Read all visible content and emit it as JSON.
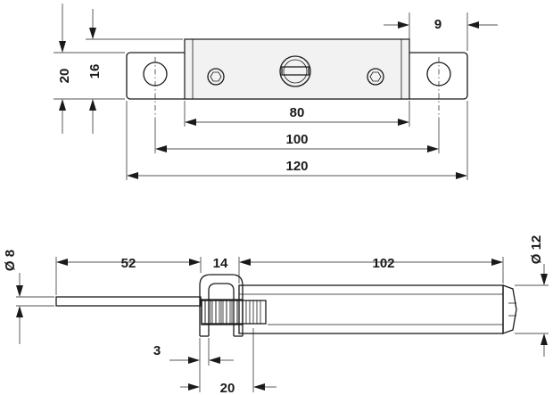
{
  "top_view": {
    "dims": {
      "flange_height": "20",
      "body_height": "16",
      "tab_width": "9",
      "screw_spacing": "80",
      "hole_spacing": "100",
      "overall_length": "120"
    }
  },
  "side_view": {
    "dims": {
      "rod_diameter": "Ø 8",
      "rod_length": "52",
      "bracket_width": "14",
      "body_length": "102",
      "body_diameter": "Ø 12",
      "bracket_plate": "3",
      "bracket_span": "20"
    }
  }
}
